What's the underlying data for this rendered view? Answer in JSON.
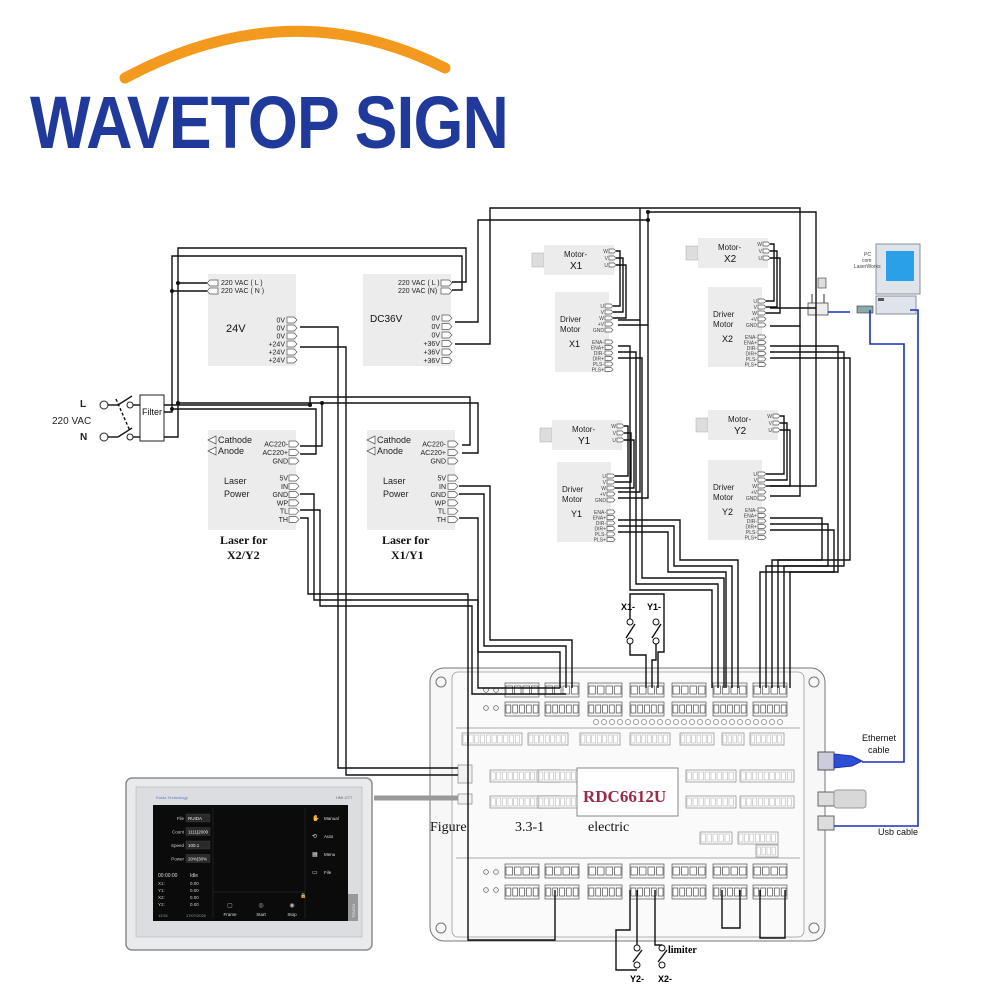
{
  "logo": {
    "text": "WAVETOP SIGN",
    "brand_color": "#1f3a9a",
    "arc_color": "#f39a1e"
  },
  "mains": {
    "l": "L",
    "n": "N",
    "voltage": "220 VAC",
    "filter": "Filter"
  },
  "psu24": {
    "in1": "220 VAC ( L )",
    "in2": "220 VAC ( N )",
    "title": "24V",
    "pins": [
      "0V",
      "0V",
      "0V",
      "+24V",
      "+24V",
      "+24V"
    ]
  },
  "psu36": {
    "in1": "220 VAC ( L )",
    "in2": "220 VAC (N)",
    "title": "DC36V",
    "pins": [
      "0V",
      "0V",
      "0V",
      "+36V",
      "+36V",
      "+36V"
    ]
  },
  "laser_a": {
    "cathode": "Cathode",
    "anode": "Anode",
    "ac_pins": [
      "AC220-",
      "AC220+",
      "GND"
    ],
    "title1": "Laser",
    "title2": "Power",
    "pins": [
      "5V",
      "IN",
      "GND",
      "WP",
      "TL",
      "TH"
    ],
    "caption1": "Laser for",
    "caption2": "X2/Y2"
  },
  "laser_b": {
    "cathode": "Cathode",
    "anode": "Anode",
    "ac_pins": [
      "AC220-",
      "AC220+",
      "GND"
    ],
    "title1": "Laser",
    "title2": "Power",
    "pins": [
      "5V",
      "IN",
      "GND",
      "WP",
      "TL",
      "TH"
    ],
    "caption1": "Laser for",
    "caption2": "X1/Y1"
  },
  "motors": [
    {
      "label": "Motor-",
      "axis": "X1"
    },
    {
      "label": "Motor-",
      "axis": "X2"
    },
    {
      "label": "Motor-",
      "axis": "Y1"
    },
    {
      "label": "Motor-",
      "axis": "Y2"
    }
  ],
  "motor_pins": [
    "W",
    "V",
    "U"
  ],
  "drivers": [
    {
      "title1": "Driver",
      "title2": "Motor",
      "axis": "X1"
    },
    {
      "title1": "Driver",
      "title2": "Motor",
      "axis": "X2"
    },
    {
      "title1": "Driver",
      "title2": "Motor",
      "axis": "Y1"
    },
    {
      "title1": "Driver",
      "title2": "Motor",
      "axis": "Y2"
    }
  ],
  "driver_pins": [
    "U",
    "V",
    "W",
    "+V",
    "GND"
  ],
  "driver_sig_pins": [
    "ENA-",
    "ENA+",
    "DIR-",
    "DIR+",
    "PLS-",
    "PLS+"
  ],
  "limits_top": {
    "a": "X1-",
    "b": "Y1-"
  },
  "limits_bottom": {
    "a": "Y2-",
    "b": "X2-",
    "label": "limiter"
  },
  "pc": {
    "line1": "PC",
    "line2": "com",
    "line3": "LaserWorks"
  },
  "controller": {
    "model": "RDC6612U",
    "figure": "Figure",
    "figure_no": "3.3-1",
    "figure_text": "electric"
  },
  "ethernet": {
    "line1": "Ethernet",
    "line2": "cable"
  },
  "usb": {
    "label": "Usb cable"
  },
  "hmi": {
    "brand": "Ruida Technology",
    "model": "HMI-GT7",
    "side_tab": "TOUCH",
    "rows": [
      {
        "key": "File",
        "value": "RUIDA"
      },
      {
        "key": "Count",
        "value": "1111|2000"
      },
      {
        "key": "Speed",
        "value": "100.1"
      },
      {
        "key": "Power",
        "value": "20%|30%"
      }
    ],
    "status_time": "00:00:00",
    "status_state": "Idle",
    "axes": [
      {
        "k": "X1:",
        "v": "0.00"
      },
      {
        "k": "Y1:",
        "v": "0.00"
      },
      {
        "k": "X2:",
        "v": "0.00"
      },
      {
        "k": "Y2:",
        "v": "0.00"
      }
    ],
    "clock": "13:51",
    "date": "17/07/2020",
    "menu": [
      "Manual",
      "Auto",
      "Menu",
      "File"
    ],
    "buttons": [
      "Frame",
      "Start",
      "Stop"
    ],
    "screen_color": "#0b0b0b",
    "bezel_color": "#e9eaec"
  }
}
